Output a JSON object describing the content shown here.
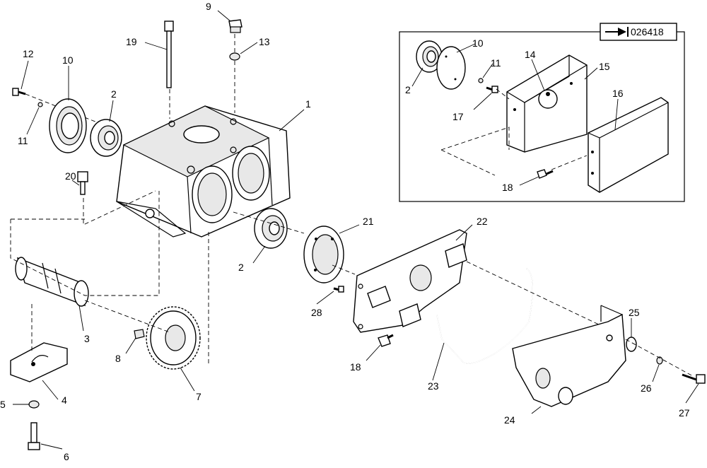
{
  "reference_code": "026418",
  "callouts": {
    "c1": "1",
    "c2a": "2",
    "c2b": "2",
    "c2c": "2",
    "c3": "3",
    "c4": "4",
    "c5": "5",
    "c6": "6",
    "c7": "7",
    "c8": "8",
    "c9": "9",
    "c10a": "10",
    "c10b": "10",
    "c11a": "11",
    "c11b": "11",
    "c12": "12",
    "c13": "13",
    "c14": "14",
    "c15": "15",
    "c16": "16",
    "c17": "17",
    "c18a": "18",
    "c18b": "18",
    "c19": "19",
    "c20": "20",
    "c21": "21",
    "c22": "22",
    "c23": "23",
    "c24": "24",
    "c25": "25",
    "c26": "26",
    "c27": "27",
    "c28": "28"
  }
}
